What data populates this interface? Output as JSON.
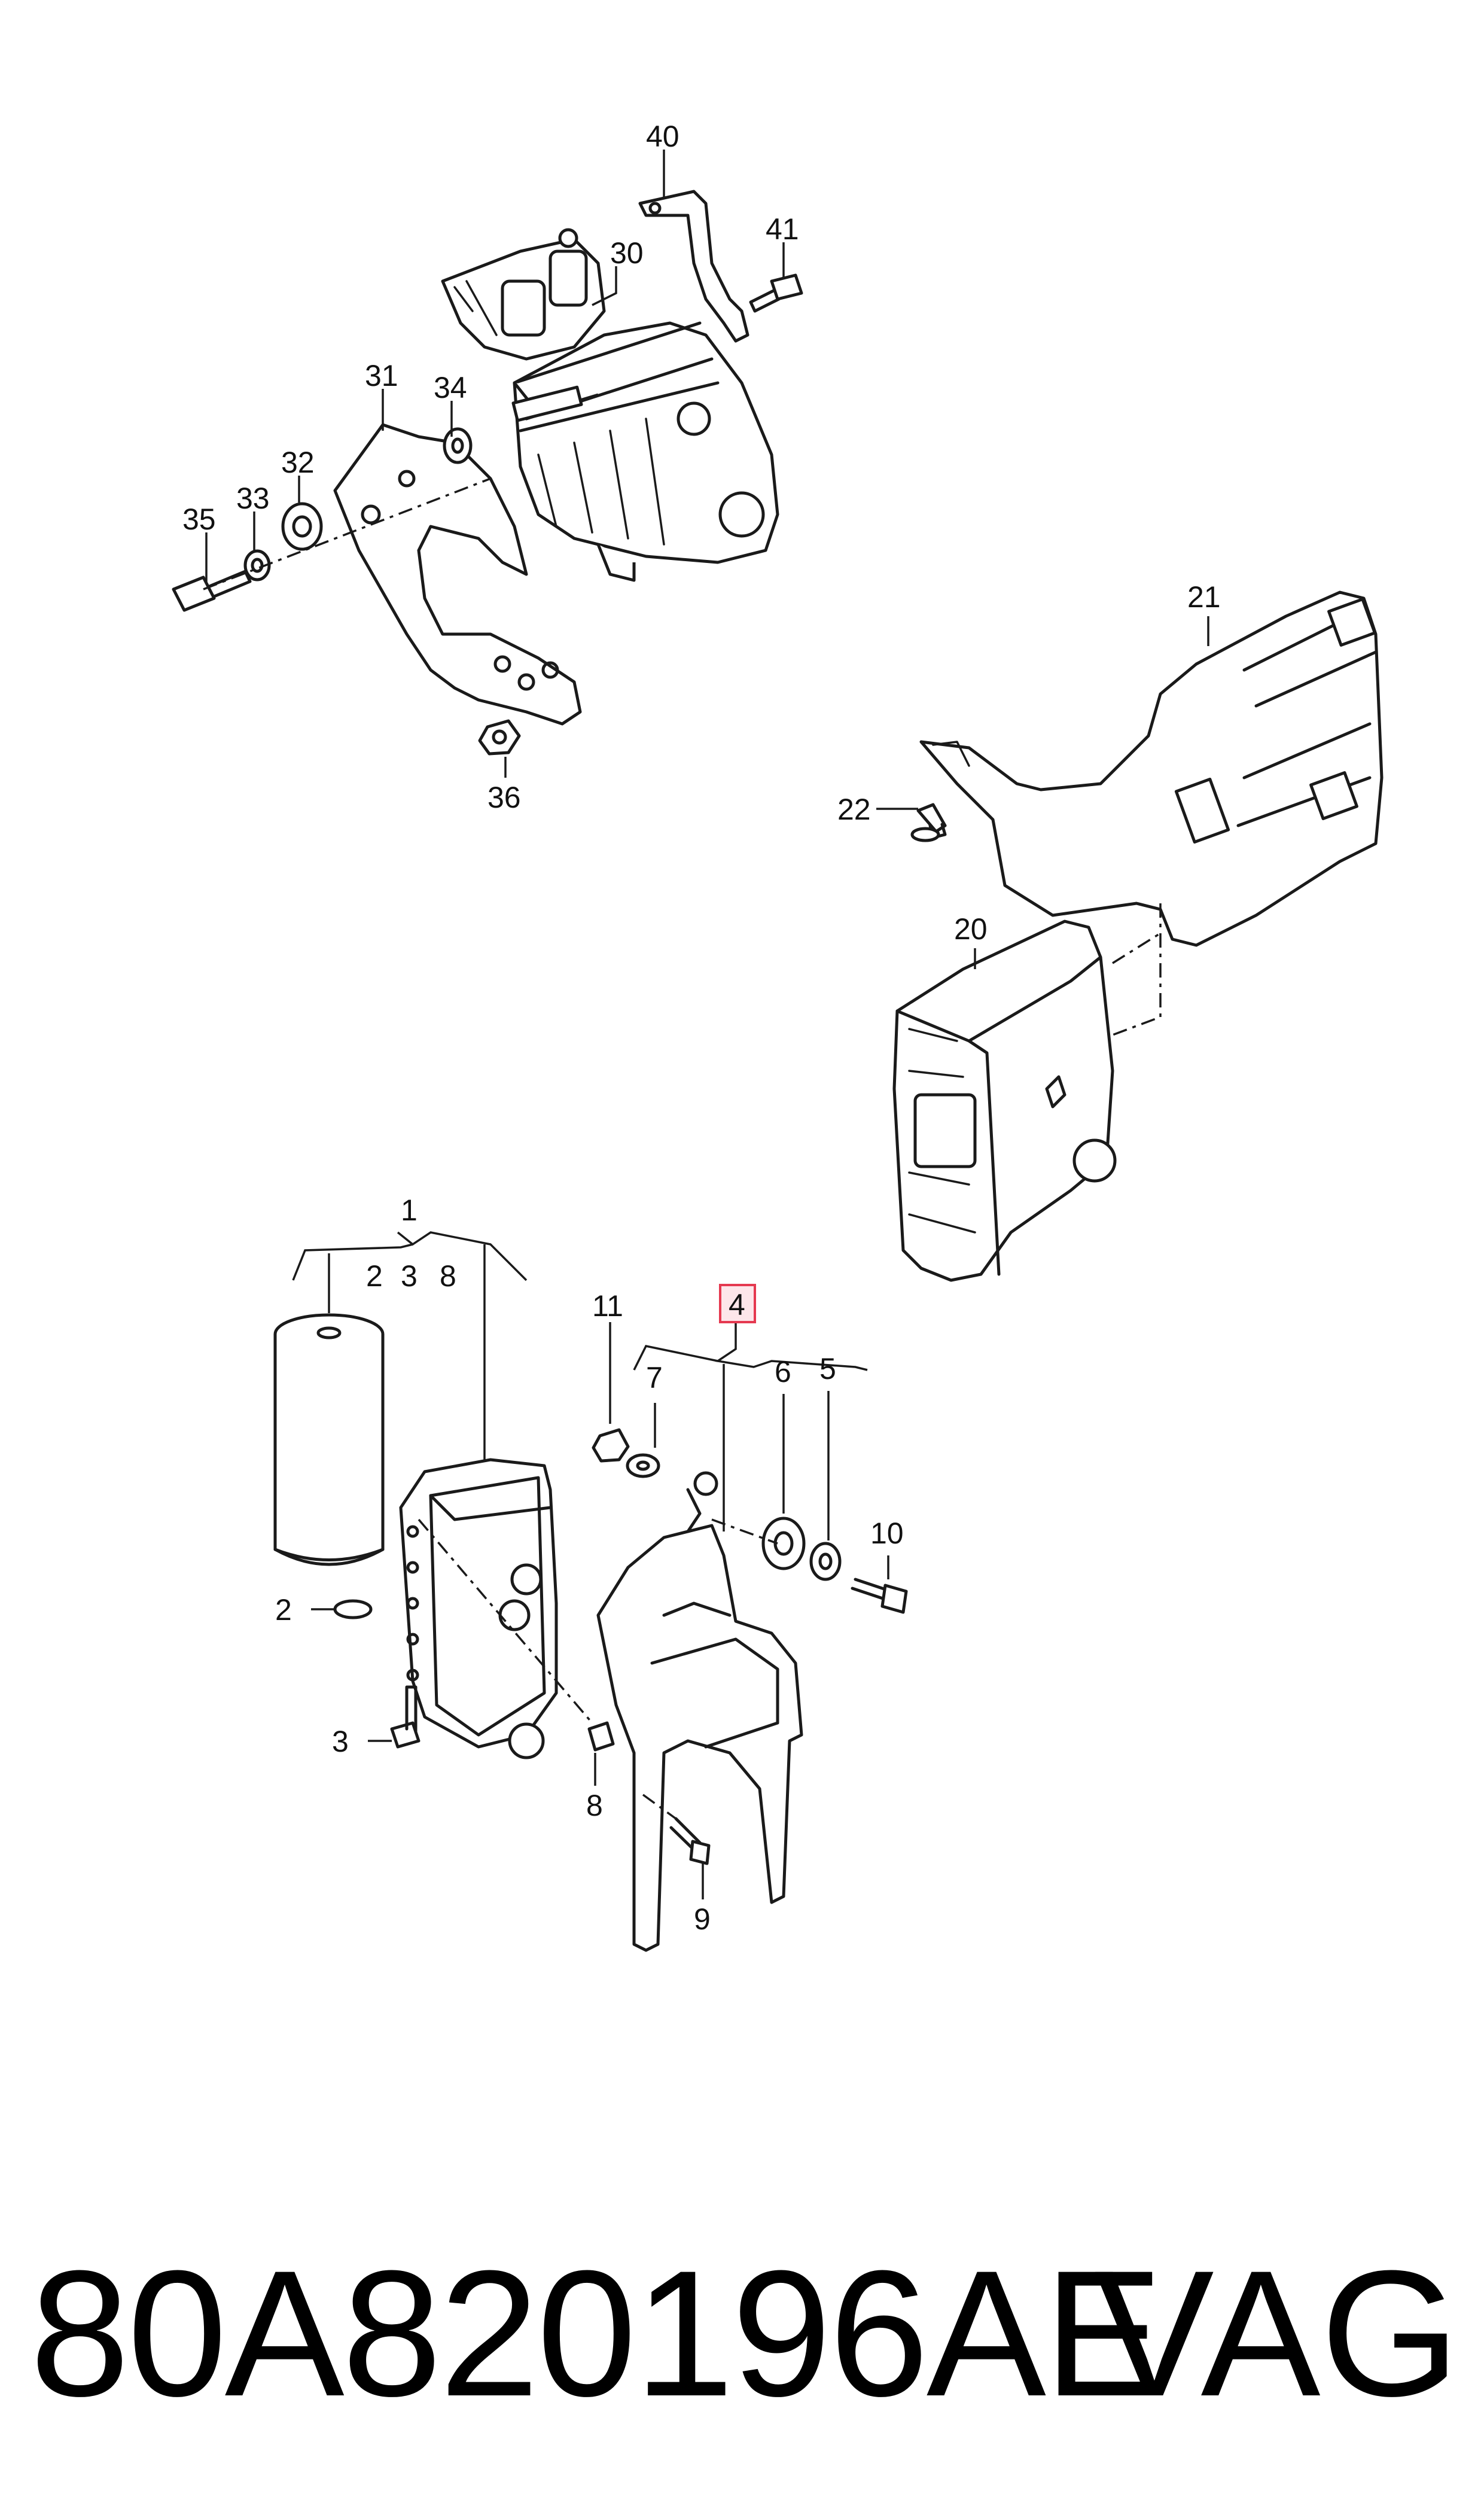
{
  "callouts": {
    "c1": "1",
    "c2a": "2",
    "c2b": "2",
    "c3a": "3",
    "c3b": "3",
    "c4": "4",
    "c5": "5",
    "c6": "6",
    "c7": "7",
    "c8a": "8",
    "c8b": "8",
    "c9": "9",
    "c10": "10",
    "c11": "11",
    "c20": "20",
    "c21": "21",
    "c22": "22",
    "c30": "30",
    "c31": "31",
    "c32": "32",
    "c33": "33",
    "c34": "34",
    "c35": "35",
    "c36": "36",
    "c40": "40",
    "c41": "41"
  },
  "highlight_color": "#e53950",
  "footer": {
    "part_number": "80A820196AE",
    "brand": "VAG"
  }
}
